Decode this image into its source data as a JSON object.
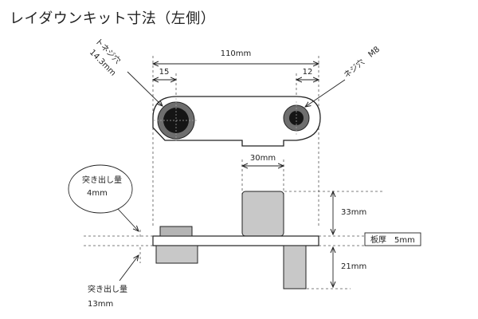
{
  "title": "レイダウンキット寸法（左側）",
  "colors": {
    "line": "#222222",
    "part_fill": "#c8c8c8",
    "part_fill_dark": "#b4b4b4",
    "hole_outer": "#6e6e6e",
    "hole_inner": "#151515",
    "center_line": "#9a9a9a"
  },
  "dimensions": {
    "total_width": "110mm",
    "left_offset": "15",
    "right_offset": "12",
    "boss_width": "30mm",
    "boss_height": "33mm",
    "plate_thickness": "板厚　5mm",
    "bolt_length": "21mm"
  },
  "holes": {
    "left_label_line1": "トネジ穴",
    "left_label_line2": "14.3mm",
    "right_label": "ネジ穴　M8"
  },
  "callouts": {
    "protrusion_top_line1": "突き出し量",
    "protrusion_top_line2": "4mm",
    "protrusion_bottom_line1": "突き出し量",
    "protrusion_bottom_line2": "13mm"
  }
}
